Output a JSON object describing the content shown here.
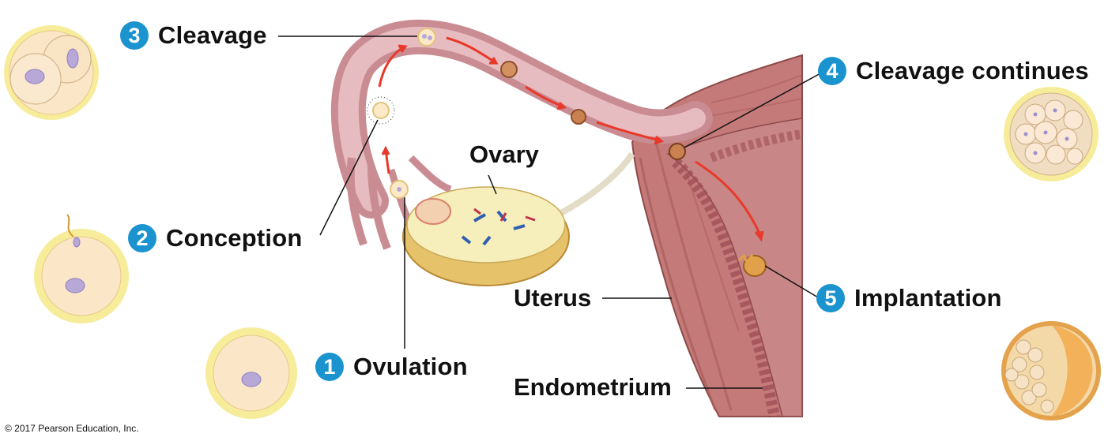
{
  "steps": [
    {
      "number": "1",
      "label": "Ovulation"
    },
    {
      "number": "2",
      "label": "Conception"
    },
    {
      "number": "3",
      "label": "Cleavage"
    },
    {
      "number": "4",
      "label": "Cleavage continues"
    },
    {
      "number": "5",
      "label": "Implantation"
    }
  ],
  "structures": {
    "ovary": "Ovary",
    "uterus": "Uterus",
    "endometrium": "Endometrium"
  },
  "copyright": "© 2017 Pearson Education, Inc.",
  "colors": {
    "badge": "#1a93cf",
    "arrow": "#e8392a",
    "tube": "#d9a3a3",
    "uterus_wall": "#b5696b",
    "endometrium": "#c77f82",
    "ovary": "#f5ecb0",
    "cell_fill": "#fbe9c8",
    "cell_ring": "#f7e98f",
    "nucleus": "#b7a8d8"
  }
}
